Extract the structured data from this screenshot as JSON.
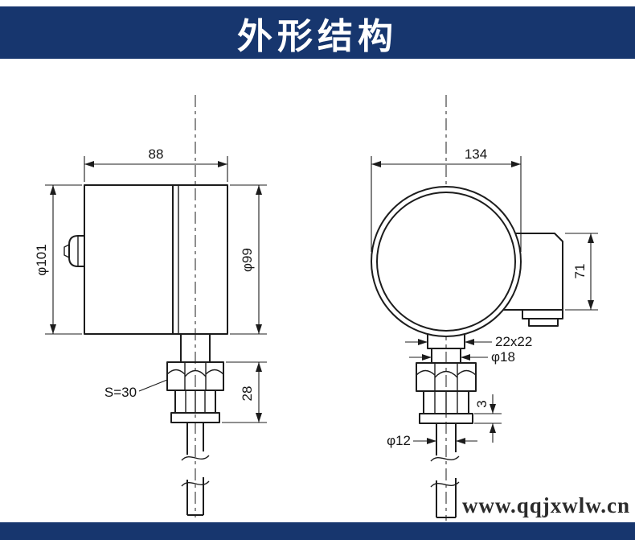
{
  "header": {
    "title": "外形结构"
  },
  "watermark": {
    "text": "www.qqjxwlw.cn"
  },
  "colors": {
    "banner": "#17366E",
    "line": "#1c1c1c",
    "background": "#ffffff"
  },
  "views": {
    "side": {
      "label": "side-view",
      "dims": {
        "overall_width": "88",
        "body_diameter": "φ101",
        "face_diameter": "φ99",
        "wrench_size": "S=30",
        "nut_section_height": "28"
      }
    },
    "front": {
      "label": "front-view",
      "dims": {
        "overall_width": "134",
        "junction_box_height": "71",
        "square_section": "22x22",
        "stem_diameter": "φ18",
        "washer_thickness": "3",
        "probe_diameter": "φ12"
      }
    }
  }
}
